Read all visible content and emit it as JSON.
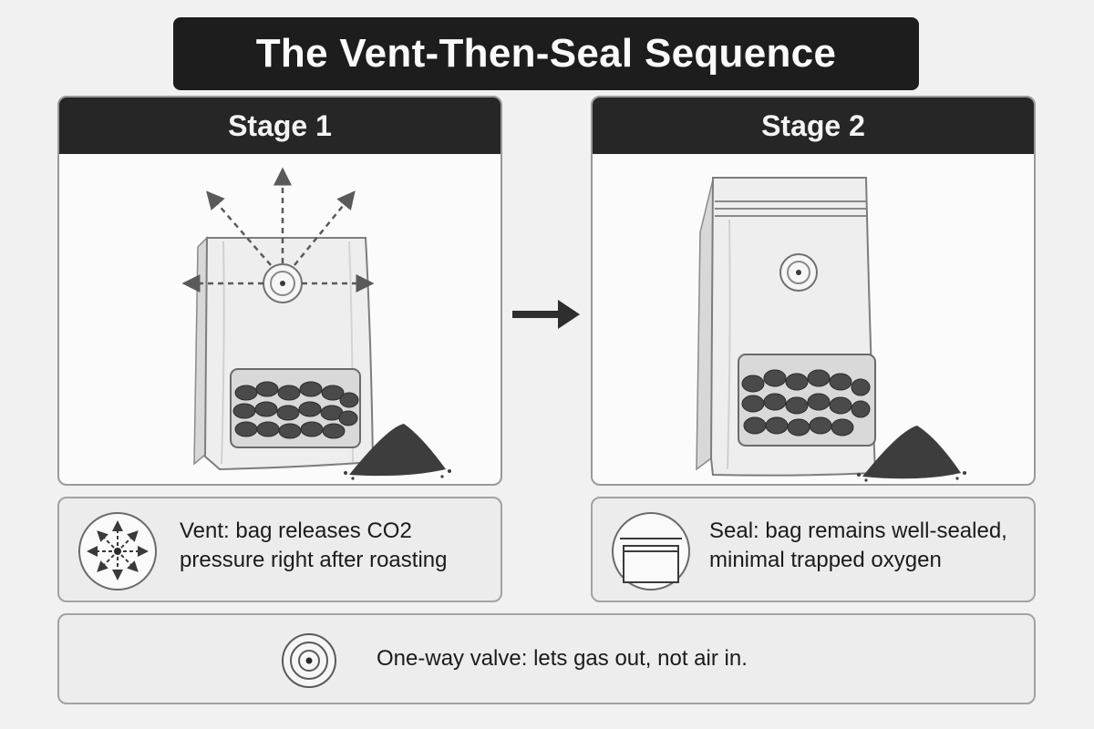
{
  "title": "The Vent-Then-Seal Sequence",
  "stages": [
    {
      "heading": "Stage 1",
      "caption": "Vent: bag releases CO2 pressure right after roasting",
      "icon": "radiating-arrows-icon"
    },
    {
      "heading": "Stage 2",
      "caption": "Seal: bag remains well-sealed, minimal trapped oxygen",
      "icon": "sealed-bag-top-icon"
    }
  ],
  "footer": {
    "text": "One-way valve: lets gas out, not air in.",
    "icon": "one-way-valve-icon"
  },
  "colors": {
    "title_bg": "#1d1d1d",
    "header_bg": "#262626",
    "panel_bg": "#fbfbfb",
    "caption_bg": "#ececec",
    "bean": "#4a4a4a"
  }
}
